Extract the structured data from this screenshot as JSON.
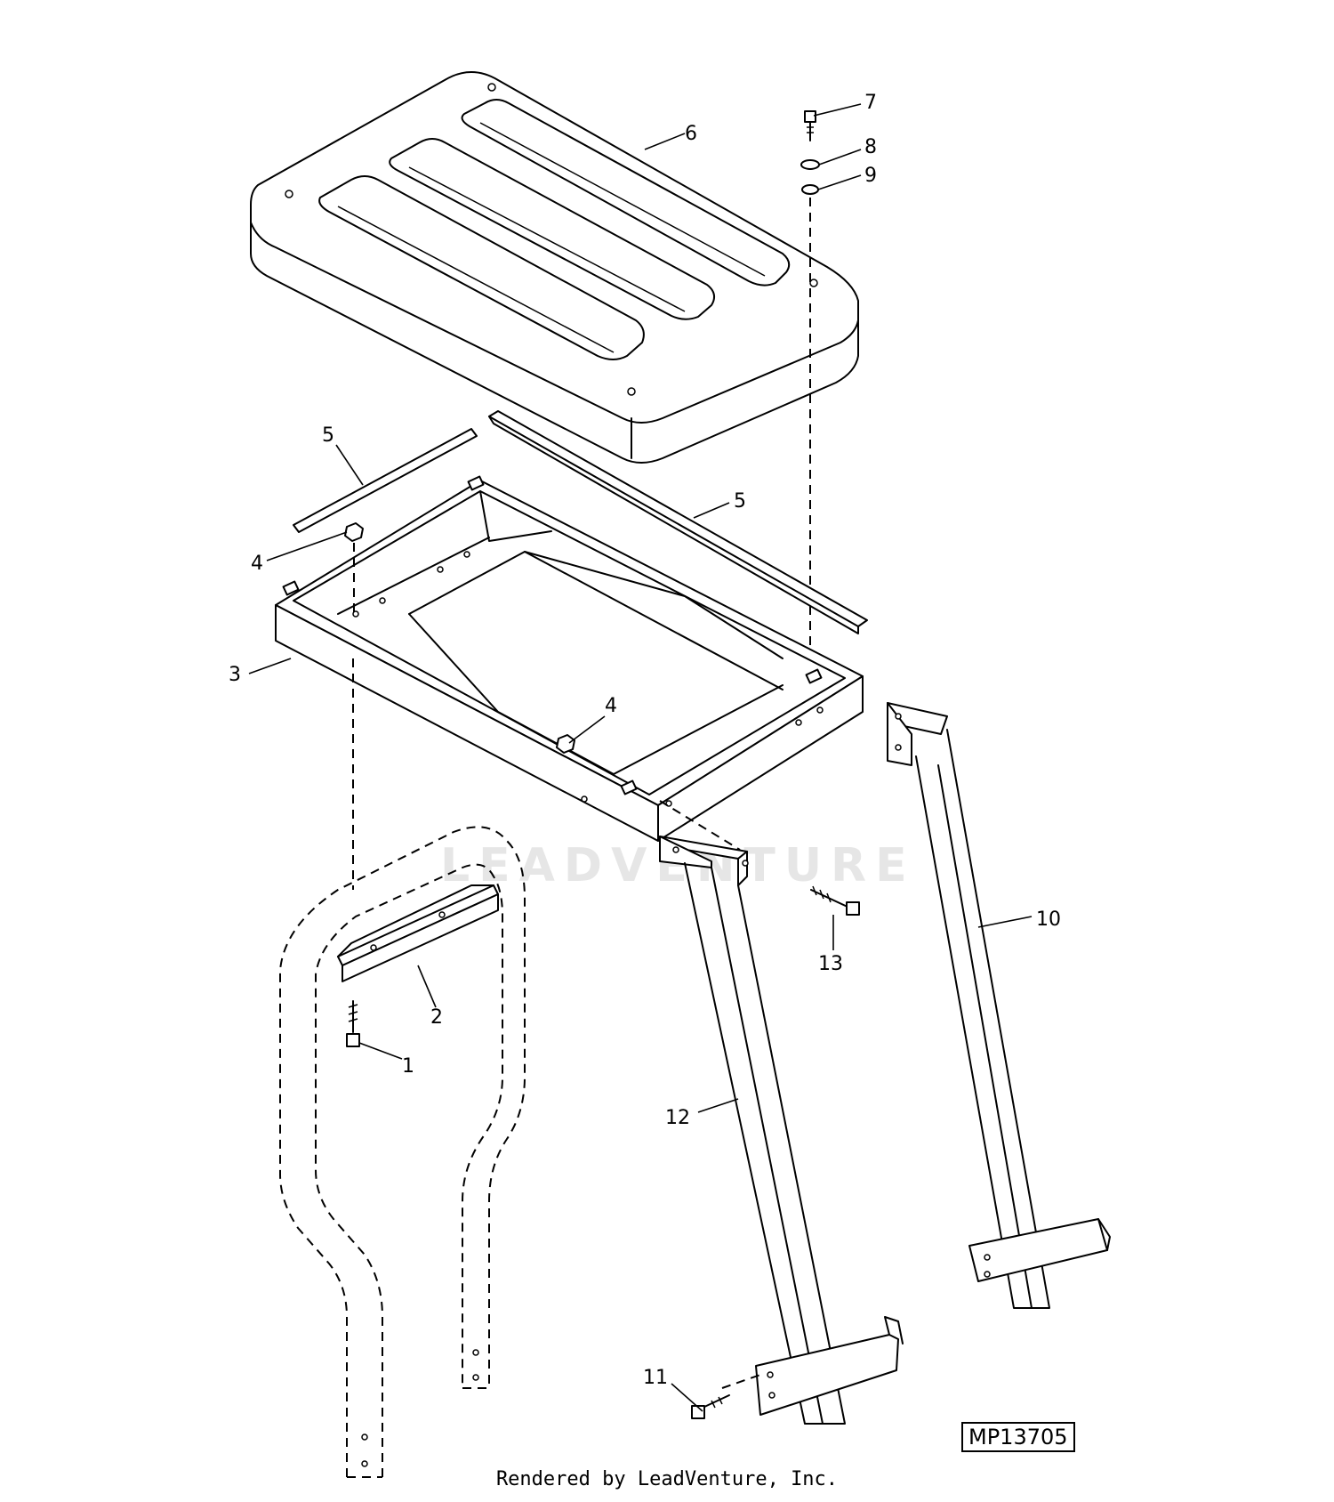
{
  "callouts": {
    "c1": "1",
    "c2": "2",
    "c3": "3",
    "c4a": "4",
    "c4b": "4",
    "c5a": "5",
    "c5b": "5",
    "c6": "6",
    "c7": "7",
    "c8": "8",
    "c9": "9",
    "c10": "10",
    "c11": "11",
    "c12": "12",
    "c13": "13"
  },
  "figure_id": "MP13705",
  "watermark": "LEADVENTURE",
  "credit": "Rendered by LeadVenture, Inc."
}
